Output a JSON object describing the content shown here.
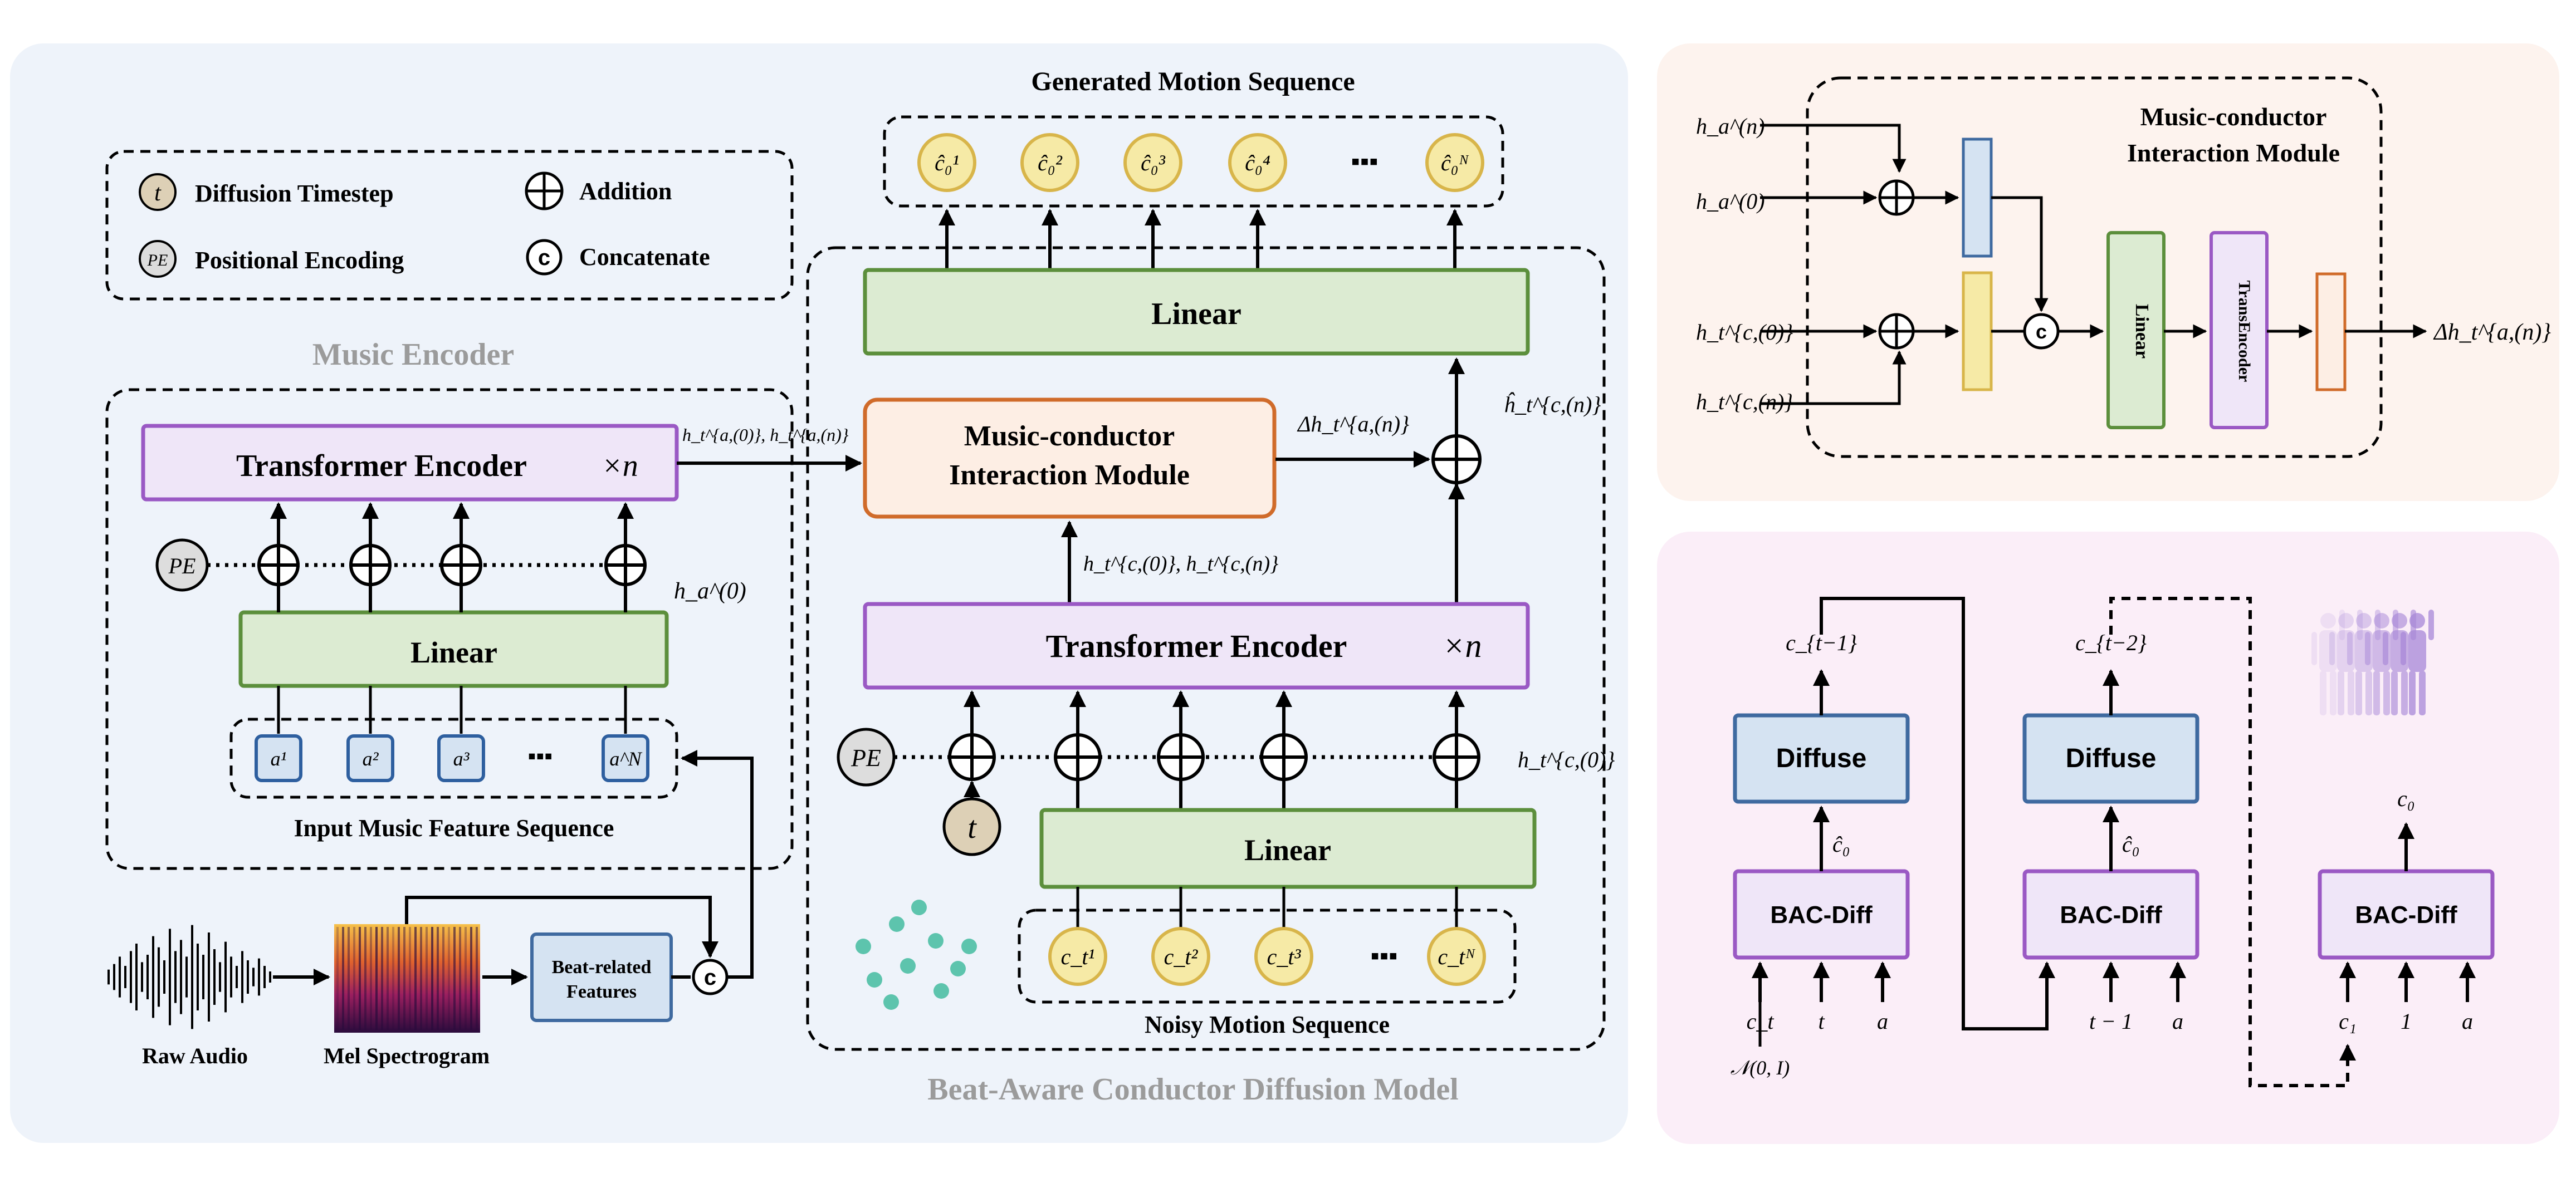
{
  "colors": {
    "panel_main": "#eef3fa",
    "panel_top_right": "#fdf3ee",
    "panel_bottom_right": "#fbeef8",
    "linear_fill": "#dcebd2",
    "linear_stroke": "#5c8f3c",
    "transformer_fill": "#efe6f8",
    "transformer_stroke": "#9a59c4",
    "mcim_fill": "#fdeee4",
    "mcim_stroke": "#d06b2a",
    "diffuse_fill": "#d5e3f2",
    "diffuse_stroke": "#3f6aa0",
    "token_fill": "#f6eaa6",
    "token_stroke": "#d8b54a",
    "music_token_stroke": "#2e5f9f",
    "timestep_fill": "#ddd0b6",
    "pe_fill": "#dddddd",
    "gray_label": "#9b9b9b",
    "dot_color": "#4dbfa4"
  },
  "legend": {
    "timestep_symbol": "t",
    "timestep_label": "Diffusion Timestep",
    "pe_symbol": "PE",
    "pe_label": "Positional Encoding",
    "addition_label": "Addition",
    "concat_symbol": "c",
    "concat_label": "Concatenate"
  },
  "music_encoder": {
    "title": "Music Encoder",
    "transformer_label": "Transformer Encoder",
    "times_n": "×n",
    "linear_label": "Linear",
    "pe_label": "PE",
    "h_a0_label": "h_a^(0)",
    "output_label": "h_t^{a,(0)}, h_t^{a,(n)}",
    "input_sequence_label": "Input Music Feature Sequence",
    "music_tokens": [
      "a¹",
      "a²",
      "a³",
      "a^N"
    ],
    "ellipsis": "▪▪▪"
  },
  "preprocess": {
    "raw_audio_label": "Raw Audio",
    "mel_label": "Mel Spectrogram",
    "beat_line1": "Beat-related",
    "beat_line2": "Features",
    "concat_symbol": "c"
  },
  "diffusion_model": {
    "title": "Beat-Aware Conductor Diffusion Model",
    "generated_title": "Generated Motion Sequence",
    "generated_tokens": [
      "ĉ₀¹",
      "ĉ₀²",
      "ĉ₀³",
      "ĉ₀⁴",
      "ĉ₀ᴺ"
    ],
    "linear_top_label": "Linear",
    "mcim_line1": "Music-conductor",
    "mcim_line2": "Interaction Module",
    "delta_label": "Δh_t^{a,(n)}",
    "h_hat_label": "ĥ_t^{c,(n)}",
    "h_c_pair_label": "h_t^{c,(0)}, h_t^{c,(n)}",
    "transformer_label": "Transformer Encoder",
    "times_n": "×n",
    "pe_label": "PE",
    "t_label": "t",
    "h_c0_label": "h_t^{c,(0)}",
    "linear_bottom_label": "Linear",
    "noisy_tokens": [
      "c_t¹",
      "c_t²",
      "c_t³",
      "c_tᴺ"
    ],
    "noisy_title": "Noisy Motion Sequence",
    "ellipsis": "▪▪▪"
  },
  "mcim_detail": {
    "title_line1": "Music-conductor",
    "title_line2": "Interaction Module",
    "in1": "h_a^(n)",
    "in2": "h_a^(0)",
    "in3": "h_t^{c,(0)}",
    "in4": "h_t^{c,(n)}",
    "linear_label": "Linear",
    "transencoder_label": "TransEncoder",
    "out_label": "Δh_t^{a,(n)}",
    "concat_symbol": "c"
  },
  "sampling": {
    "diffuse_label": "Diffuse",
    "bacdiff_label": "BAC-Diff",
    "c_t_minus_1": "c_{t−1}",
    "c_t_minus_2": "c_{t−2}",
    "c0_hat": "ĉ₀",
    "c0": "c₀",
    "stage1_inputs": [
      "c_t",
      "t",
      "a"
    ],
    "stage2_inputs": [
      "t − 1",
      "a"
    ],
    "stage3_inputs": [
      "c₁",
      "1",
      "a"
    ],
    "noise_label": "𝒩(0, I)"
  }
}
